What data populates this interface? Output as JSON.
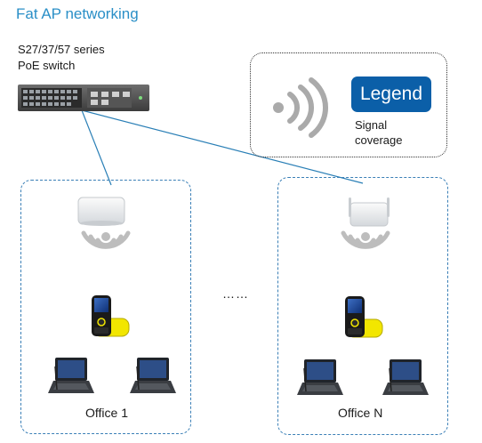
{
  "title": "Fat AP networking",
  "switch": {
    "series_label": "S27/37/57 series",
    "type_label": "PoE switch"
  },
  "legend": {
    "badge": "Legend",
    "caption_line1": "Signal",
    "caption_line2": "coverage"
  },
  "offices": [
    {
      "label": "Office 1"
    },
    {
      "label": "Office N"
    }
  ],
  "ellipsis": "……",
  "colors": {
    "title": "#2a8fc7",
    "legend_badge": "#0b5fa8",
    "link_line": "#2a7fb6",
    "phone_yellow": "#f2e600"
  },
  "icons": [
    "poe-switch-icon",
    "access-point-icon",
    "wifi-signal-icon",
    "mobile-phone-icon",
    "laptop-icon"
  ]
}
